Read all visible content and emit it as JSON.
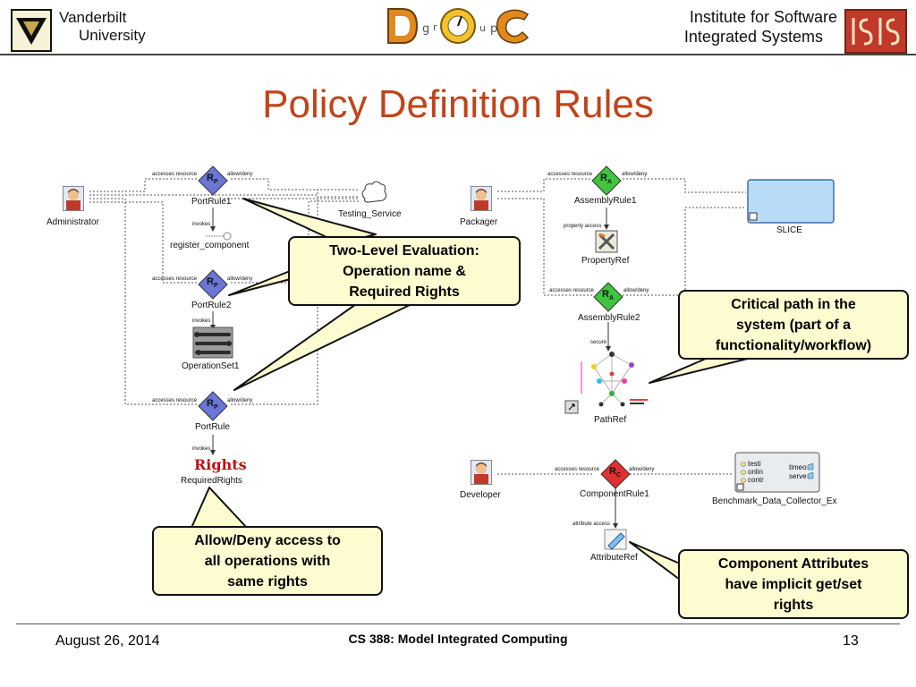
{
  "header": {
    "vanderbilt_line1": "Vanderbilt",
    "vanderbilt_line2": "University",
    "isis_line1": "Institute for Software",
    "isis_line2": "Integrated Systems",
    "doc_letters": [
      "g",
      "r",
      "u",
      "p"
    ]
  },
  "title": "Policy Definition Rules",
  "diagram_left": {
    "administrator": "Administrator",
    "portrule1": "PortRule1",
    "register_component": "register_component",
    "testing_service": "Testing_Service",
    "portrule2": "PortRule2",
    "operationset1": "OperationSet1",
    "portrule": "PortRule",
    "rights_icon_text": "Rights",
    "requiredrights": "RequiredRights",
    "accesses_resource": "accesses resource",
    "allow_deny": "allow/deny",
    "invokes": "invokes",
    "rp_letter": "R",
    "rp_sub": "P"
  },
  "diagram_right": {
    "packager": "Packager",
    "assemblyrule1": "AssemblyRule1",
    "slice": "SLICE",
    "property_access": "property access",
    "propertyref": "PropertyRef",
    "assemblyrule2": "AssemblyRule2",
    "secure": "secure",
    "pathref": "PathRef",
    "developer": "Developer",
    "componentrule1": "ComponentRule1",
    "benchmark": "Benchmark_Data_Collector_Ex",
    "bench_items_left": [
      "testi",
      "onlin",
      "contr"
    ],
    "bench_items_right": [
      "timeo",
      "serve"
    ],
    "attribute_access": "attribute access",
    "attributeref": "AttributeRef",
    "accesses_resource": "accesses resource",
    "allow_deny": "allow/deny",
    "ra_letter": "R",
    "ra_sub": "A",
    "rc_letter": "R",
    "rc_sub": "C"
  },
  "callouts": {
    "two_level": [
      "Two-Level Evaluation:",
      "Operation name &",
      "Required Rights"
    ],
    "allow_deny": [
      "Allow/Deny access to",
      "all operations with",
      "same rights"
    ],
    "critical_path": [
      "Critical path in the",
      "system (part of a",
      "functionality/workflow)"
    ],
    "component_attrs": [
      "Component Attributes",
      "have implicit get/set",
      "rights"
    ]
  },
  "footer": {
    "date": "August 26, 2014",
    "course": "CS 388: Model Integrated Computing",
    "page": "13"
  },
  "colors": {
    "title": "#c0441a",
    "callout_fill": "#fdfbd0",
    "rp_diamond": "#6a76d8",
    "ra_diamond": "#3ec43e",
    "rc_diamond": "#e23030",
    "slice_fill": "#b8dcf8"
  }
}
